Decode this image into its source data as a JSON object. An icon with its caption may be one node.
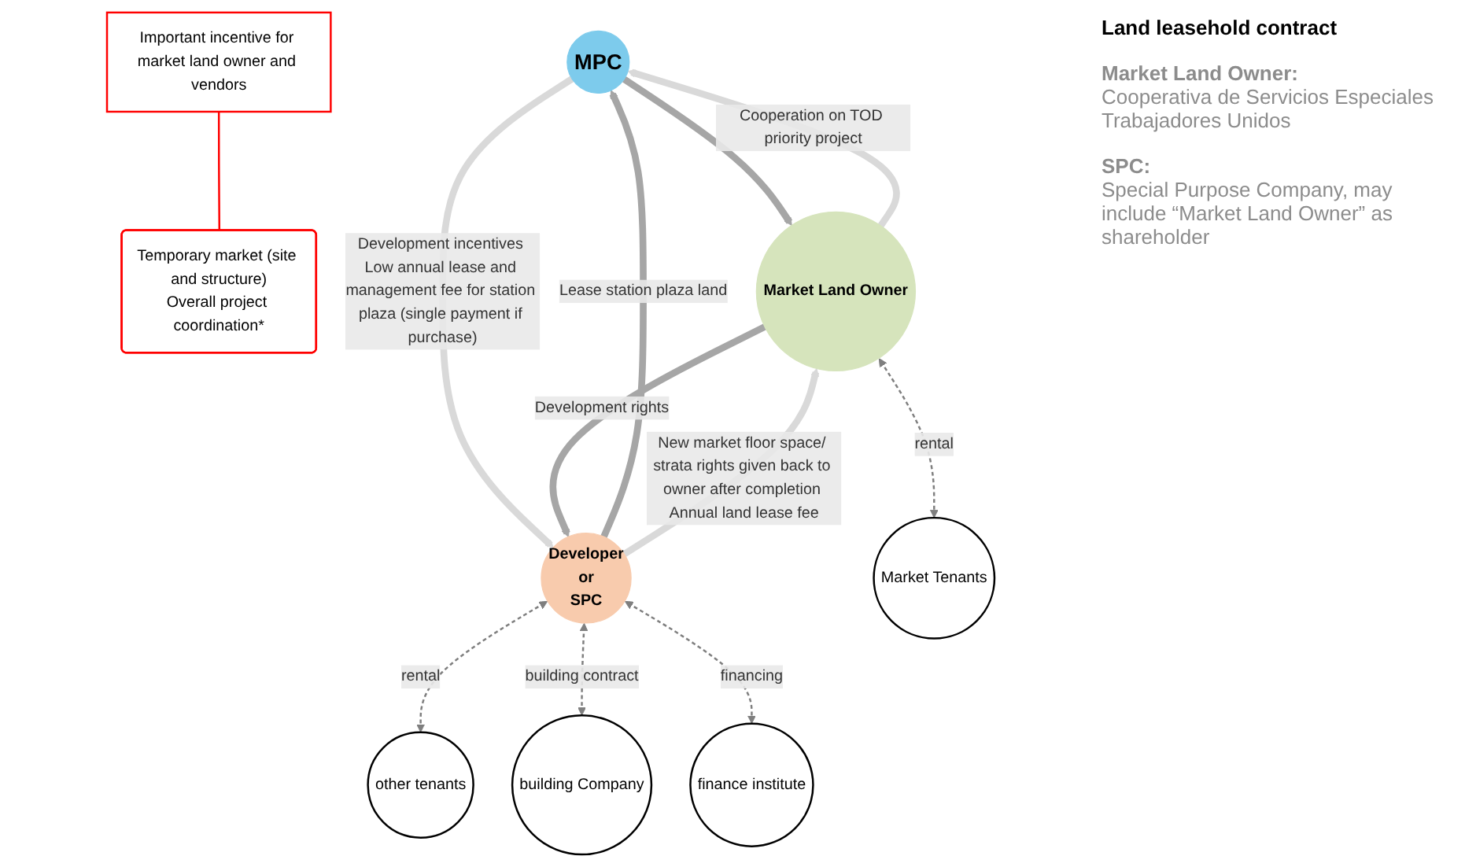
{
  "diagram": {
    "nodes": [
      {
        "text": [
          "Important incentive for market land owner and vendors"
        ]
      },
      {
        "text": [
          "Temporary market (site and structure)",
          "Overall project coordination*"
        ]
      },
      {
        "text": [
          "MPC"
        ]
      },
      {
        "text": [
          "Market Land Owner"
        ],
        "beside": [
          "Market Land Owner:",
          "Cooperativa de Servicios Especiales Trabajadores Unidos"
        ]
      },
      {
        "text": [
          "Developer",
          "or",
          "SPC"
        ],
        "beside": [
          "SPC:",
          "Special Purpose Company, may include “Market Land Owner” as shareholder"
        ]
      },
      {
        "text": [
          "Market Tenants"
        ]
      },
      {
        "text": [
          "other tenants"
        ]
      },
      {
        "text": [
          "building Company"
        ]
      },
      {
        "text": [
          "finance institute"
        ]
      }
    ],
    "edges": [
      {
        "from": 0,
        "to": 1,
        "arrow": "none",
        "color": "#ff0000"
      },
      {
        "from": 2,
        "to": 3,
        "arrow": "to",
        "color": "#a6a6a6"
      },
      {
        "from": 3,
        "to": 2,
        "arrow": "to",
        "label": "Cooperation on TOD priority project",
        "color": "#d9d9d9"
      },
      {
        "from": 4,
        "to": 2,
        "arrow": "to",
        "label": "Lease station plaza land",
        "color": "#a6a6a6"
      },
      {
        "from": 2,
        "to": 4,
        "arrow": "to",
        "label": "Development incentives Low annual lease and management fee for station plaza (single payment if purchase)",
        "color": "#d9d9d9"
      },
      {
        "from": 3,
        "to": 4,
        "arrow": "to",
        "label": "Development rights",
        "color": "#a6a6a6"
      },
      {
        "from": 4,
        "to": 3,
        "arrow": "to",
        "label": "New market floor space/ strata rights given back to owner after completion Annual land lease fee",
        "color": "#d9d9d9"
      },
      {
        "from": 3,
        "to": 5,
        "arrow": "both",
        "label": "rental",
        "style": "dashed"
      },
      {
        "from": 4,
        "to": 6,
        "arrow": "both",
        "label": "rental",
        "style": "dashed"
      },
      {
        "from": 4,
        "to": 7,
        "arrow": "both",
        "label": "building contract",
        "style": "dashed"
      },
      {
        "from": 4,
        "to": 8,
        "arrow": "both",
        "label": "financing",
        "style": "dashed"
      }
    ],
    "labels": [
      "Land leasehold contract"
    ]
  }
}
